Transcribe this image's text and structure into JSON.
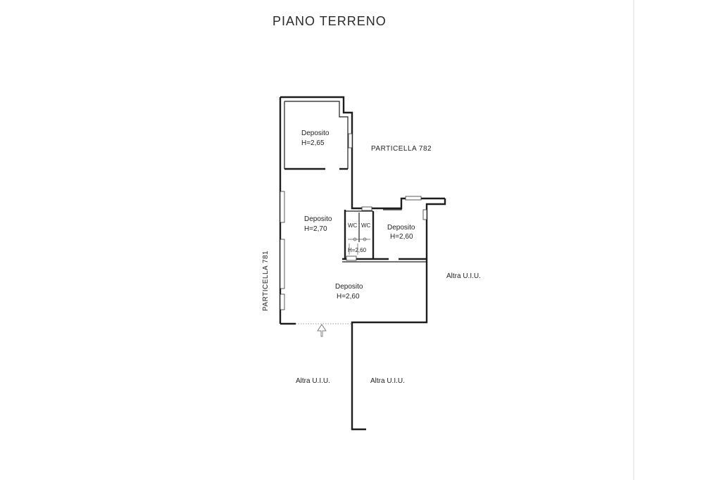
{
  "title": "PIANO TERRENO",
  "neighbours": {
    "particella_782": "PARTICELLA 782",
    "particella_781": "PARTICELLA 781",
    "altra_uiu_right": "Altra U.I.U.",
    "altra_uiu_bottom_left": "Altra U.I.U.",
    "altra_uiu_bottom_right": "Altra U.I.U."
  },
  "rooms": [
    {
      "id": "deposito-top",
      "name": "Deposito",
      "height": "H=2,65"
    },
    {
      "id": "deposito-middle",
      "name": "Deposito",
      "height": "H=2,70"
    },
    {
      "id": "deposito-right",
      "name": "Deposito",
      "height": "H=2,60"
    },
    {
      "id": "deposito-bottom",
      "name": "Deposito",
      "height": "H=2,60"
    }
  ],
  "wc": {
    "label_left": "WC",
    "label_right": "WC",
    "height": "H=2,60"
  },
  "colors": {
    "walls": "#1d1d1d",
    "text": "#1f1f1f"
  }
}
